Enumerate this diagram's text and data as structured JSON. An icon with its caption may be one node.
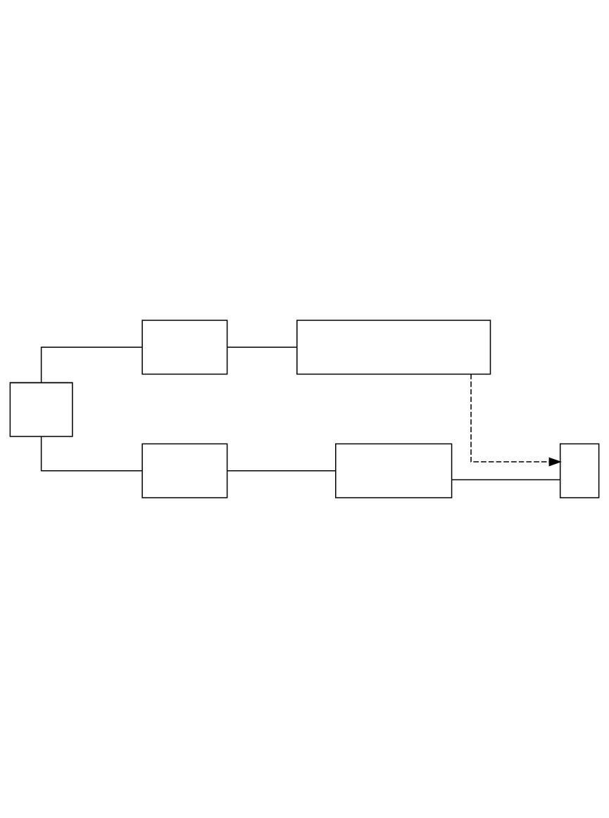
{
  "diagram": {
    "nodes": [
      {
        "text": [],
        "shape": "box"
      },
      {
        "text": [],
        "shape": "box"
      },
      {
        "text": [],
        "shape": "box"
      },
      {
        "text": [],
        "shape": "box"
      },
      {
        "text": [],
        "shape": "box"
      },
      {
        "text": [],
        "shape": "box"
      }
    ],
    "edges": [
      {
        "from": 0,
        "to": 1,
        "arrow": "none"
      },
      {
        "from": 0,
        "to": 3,
        "arrow": "none"
      },
      {
        "from": 1,
        "to": 2,
        "arrow": "none"
      },
      {
        "from": 3,
        "to": 4,
        "arrow": "none"
      },
      {
        "from": 4,
        "to": 5,
        "arrow": "none"
      },
      {
        "from": 2,
        "to": 5,
        "arrow": "to",
        "style": "dashed"
      }
    ]
  }
}
